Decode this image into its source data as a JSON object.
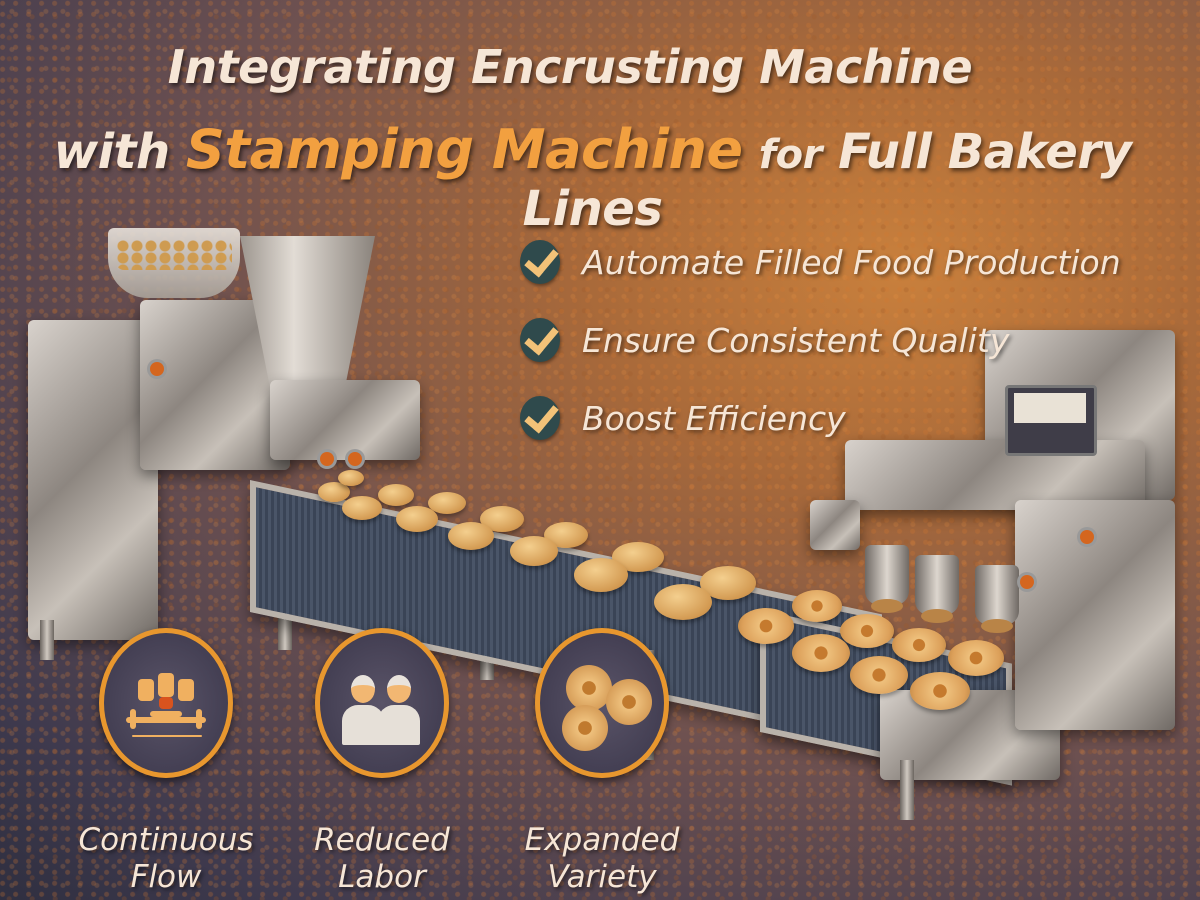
{
  "title": {
    "line1": "Integrating Encrusting Machine",
    "line2_prefix": "with",
    "line2_accent": "Stamping Machine",
    "line2_suffix_small": "for",
    "line2_suffix": "Full Bakery Lines",
    "accent_color": "#f2a040"
  },
  "checklist": [
    {
      "icon": "check-icon",
      "label": "Automate Filled Food Production"
    },
    {
      "icon": "check-icon",
      "label": "Ensure Consistent Quality"
    },
    {
      "icon": "check-icon",
      "label": "Boost Efficiency"
    }
  ],
  "benefits": [
    {
      "icon": "continuous-flow-icon",
      "line1": "Continuous",
      "line2": "Flow"
    },
    {
      "icon": "workers-icon",
      "line1": "Reduced",
      "line2": "Labor"
    },
    {
      "icon": "pastries-icon",
      "line1": "Expanded",
      "line2": "Variety"
    }
  ],
  "colors": {
    "badge_border": "#e8972e",
    "check_circle": "#2f4a4c",
    "check_mark": "#f3c278",
    "text": "#f6e6d6"
  }
}
